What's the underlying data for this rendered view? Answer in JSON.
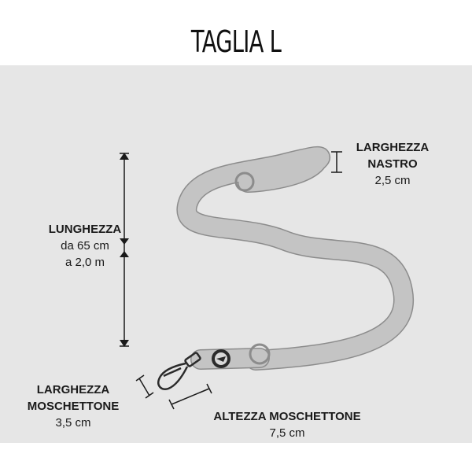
{
  "title": "TAGLIA L",
  "labels": {
    "lunghezza": {
      "name": "LUNGHEZZA",
      "line1": "da 65 cm",
      "line2": "a 2,0 m"
    },
    "larghezza_nastro": {
      "name_line1": "LARGHEZZA",
      "name_line2": "NASTRO",
      "value": "2,5 cm"
    },
    "larghezza_moschettone": {
      "name_line1": "LARGHEZZA",
      "name_line2": "MOSCHETTONE",
      "value": "3,5 cm"
    },
    "altezza_moschettone": {
      "name": "ALTEZZA MOSCHETTONE",
      "value": "7,5 cm"
    }
  },
  "colors": {
    "background": "#ffffff",
    "panel": "#e6e6e6",
    "leash": "#bdbdbd",
    "leash_outline": "#8c8c8c",
    "dimension_line": "#1a1a1a",
    "hardware": "#2b2b2b"
  }
}
